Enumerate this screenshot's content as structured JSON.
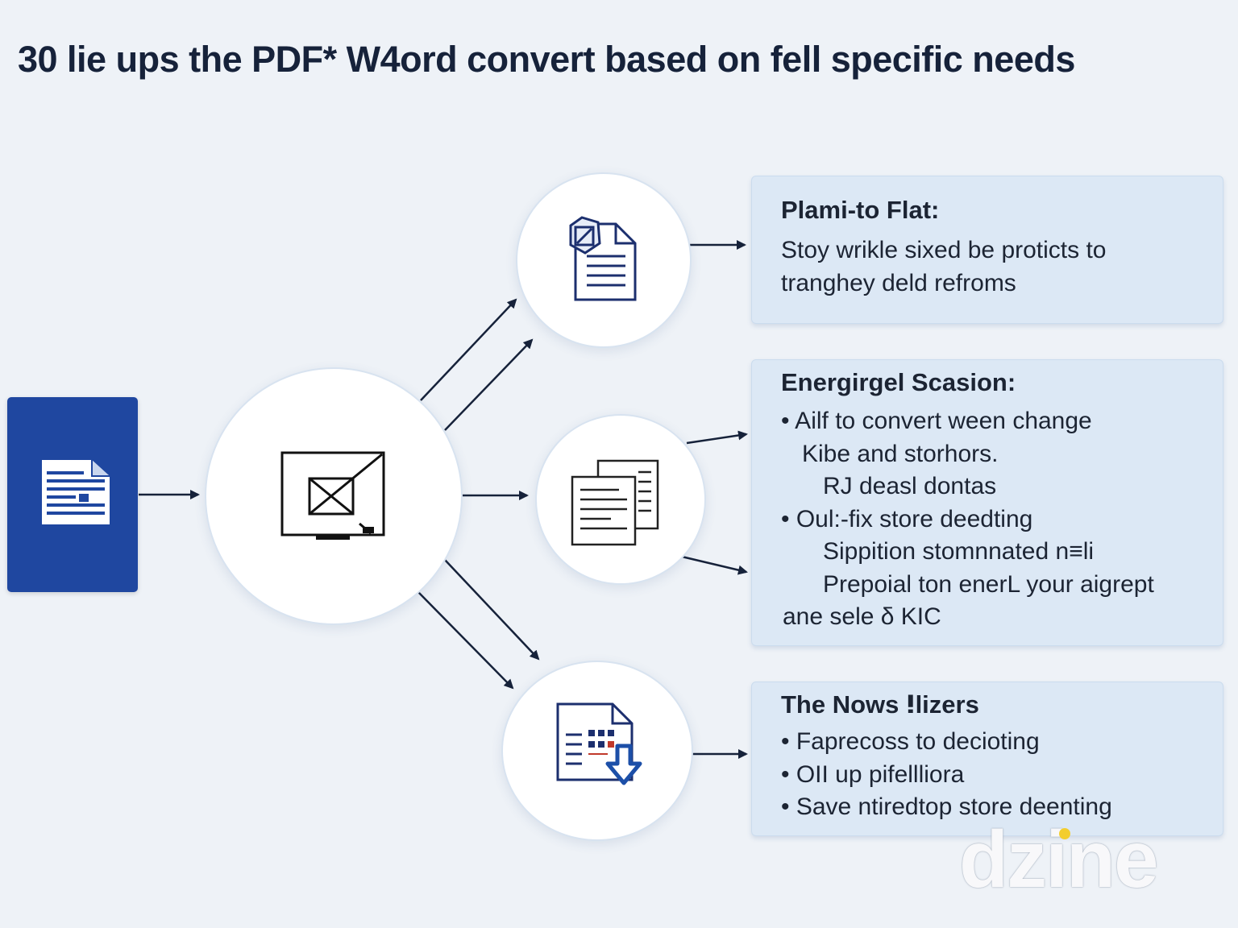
{
  "title": "30 lie ups the PDF* W4ord convert based on fell specific needs",
  "icons": {
    "source": "document-icon",
    "hub": "frame-crop-icon",
    "top": "edit-document-icon",
    "middle": "stacked-documents-icon",
    "bottom": "document-download-icon"
  },
  "cards": {
    "top": {
      "title": "Plami-to Flat:",
      "lines": [
        "Stoy wrikle sixed be proticts to",
        "tranghey deld refroms"
      ]
    },
    "middle": {
      "title": "Energirgel Scasion:",
      "lines": [
        "• Ailf to convert ween change",
        "Kibe and storhors.",
        "RJ deasl dontas",
        "• Oul:-fix store deedting",
        "Sippition stomnnated n≡li",
        "Prepoial ton enerL your aigrept",
        "ane sele δ KIC"
      ]
    },
    "bottom": {
      "title": "The Nows ⵑlizers",
      "lines": [
        "• Faprecoss to decioting",
        "• OII up pifellliora",
        "• Save ntiredtop store deenting"
      ]
    }
  },
  "watermark": "dzine",
  "colors": {
    "background": "#eef2f7",
    "accent": "#1f47a0",
    "card": "#dce8f5",
    "arrow": "#16223a",
    "watermark_dot": "#f3cd2e"
  }
}
